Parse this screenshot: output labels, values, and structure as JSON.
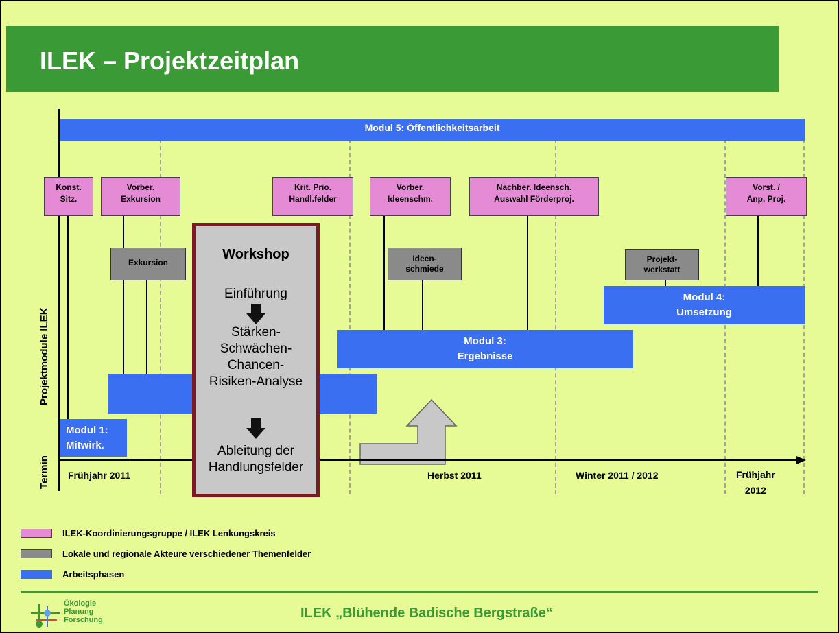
{
  "header": {
    "title": "ILEK – Projektzeitplan"
  },
  "y_axis": {
    "main_label": "Projektmodule ILEK",
    "termin_label": "Termin"
  },
  "modules": {
    "modul5": "Modul 5: Öffentlichkeitsarbeit",
    "modul1": [
      "Modul 1:",
      "Mitwirk."
    ],
    "modul3": [
      "Modul 3:",
      "Ergebnisse"
    ],
    "modul4": [
      "Modul 4:",
      "Umsetzung"
    ]
  },
  "pink_boxes": [
    [
      "Konst.",
      "Sitz."
    ],
    [
      "Vorber.",
      "Exkursion"
    ],
    [
      "Krit. Prio.",
      "Handl.felder"
    ],
    [
      "Vorber.",
      "Ideenschm."
    ],
    [
      "Nachber. Ideensch.",
      "Auswahl Förderproj."
    ],
    [
      "Vorst. /",
      "Anp. Proj."
    ]
  ],
  "gray_boxes": [
    [
      "Exkursion"
    ],
    [
      "Ideen-",
      "schmiede"
    ],
    [
      "Projekt-",
      "werkstatt"
    ]
  ],
  "workshop": {
    "title": "Workshop",
    "step1": "Einführung",
    "step2": [
      "Stärken-",
      "Schwächen-",
      "Chancen-",
      "Risiken-Analyse"
    ],
    "step3": [
      "Ableitung der",
      "Handlungsfelder"
    ]
  },
  "timeline": {
    "labels": [
      "Frühjahr 2011",
      "Herbst 2011",
      "Winter  2011 / 2012"
    ],
    "last": [
      "Frühjahr",
      "2012"
    ]
  },
  "legend": [
    {
      "color": "#e58ad4",
      "label": "ILEK-Koordinierungsgruppe / ILEK Lenkungskreis"
    },
    {
      "color": "#8a8a8a",
      "label": "Lokale und regionale Akteure verschiedener Themenfelder"
    },
    {
      "color": "#3b6ff2",
      "label": "Arbeitsphasen"
    }
  ],
  "footer": {
    "logo": [
      "Ökologie",
      "Planung",
      "Forschung"
    ],
    "title": "ILEK „Blühende Badische Bergstraße“"
  },
  "colors": {
    "green": "#3a9a35",
    "blue": "#3b6ff2",
    "pink": "#e58ad4",
    "gray": "#8a8a8a",
    "frame": "#7a1a22",
    "background": "#e6fa96"
  }
}
